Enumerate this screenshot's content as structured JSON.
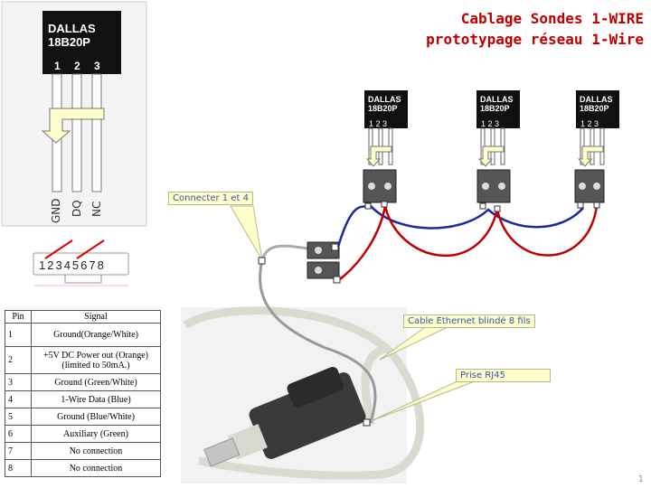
{
  "title_line1": "Cablage Sondes 1-WIRE",
  "title_line2": "prototypage réseau 1-Wire",
  "chip": {
    "brand": "DALLAS",
    "model": "18B20P",
    "pins": [
      "1",
      "2",
      "3"
    ],
    "pin_names": [
      "GND",
      "DQ",
      "NC"
    ]
  },
  "connector_numbers": "12345678",
  "callouts": {
    "connect": "Connecter  1 et 4",
    "cable": "Cable Ethernet blindé 8 fils",
    "rj45": "Prise RJ45"
  },
  "pin_table": {
    "headers": [
      "Pin",
      "Signal"
    ],
    "rows": [
      {
        "pin": "1",
        "signal": "Ground(Orange/White)"
      },
      {
        "pin": "2",
        "signal": "+5V DC Power out (Orange) (limited to 50mA.)"
      },
      {
        "pin": "3",
        "signal": "Ground (Green/White)"
      },
      {
        "pin": "4",
        "signal": "1-Wire Data (Blue)"
      },
      {
        "pin": "5",
        "signal": "Ground (Blue/White)"
      },
      {
        "pin": "6",
        "signal": "Auxiliary (Green)"
      },
      {
        "pin": "7",
        "signal": "No connection"
      },
      {
        "pin": "8",
        "signal": "No connection"
      }
    ]
  },
  "page_number": "1",
  "colors": {
    "title": "#c00000",
    "data_wire": "#1a2a9a",
    "ground_wire": "#c00000",
    "callout_bg": "#ffffcc"
  }
}
